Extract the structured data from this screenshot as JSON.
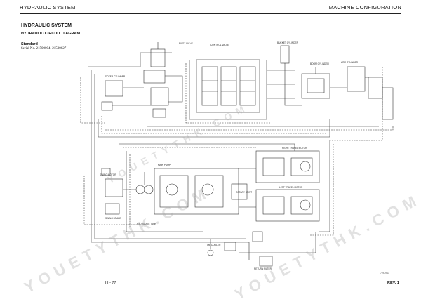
{
  "header": {
    "left": "HYDRAULIC SYSTEM",
    "right": "MACHINE CONFIGURATION"
  },
  "section_title": "HYDRAULIC SYSTEM",
  "subtitle": "HYDRAULIC CIRCUIT DIAGRAM",
  "standard_label": "Standard",
  "serial_label": "Serial No. 21500004~21500627",
  "footer": {
    "page": "III - 77",
    "revision": "REV. 1"
  },
  "figure_code": "7-97943",
  "watermark": "YOUETYTHK.COM",
  "labels": {
    "rotary_joint": "ROTARY JOINT",
    "left_travel_motor": "LEFT TRAVEL MOTOR",
    "right_travel_motor": "RIGHT TRAVEL MOTOR",
    "swing_motor": "SWING MOTOR",
    "pilot_valve": "PILOT VALVE",
    "main_pump": "MAIN PUMP",
    "control_valve": "CONTROL VALVE",
    "boom_cylinder": "BOOM CYLINDER",
    "arm_cylinder": "ARM CYLINDER",
    "bucket_cylinder": "BUCKET CYLINDER",
    "hydraulic_tank": "HYDRAULIC TANK",
    "oil_cooler": "OIL COOLER",
    "return_filter": "RETURN FILTER",
    "dozer_cylinder": "DOZER CYLINDER",
    "swing_brake": "SWING BRAKE"
  }
}
